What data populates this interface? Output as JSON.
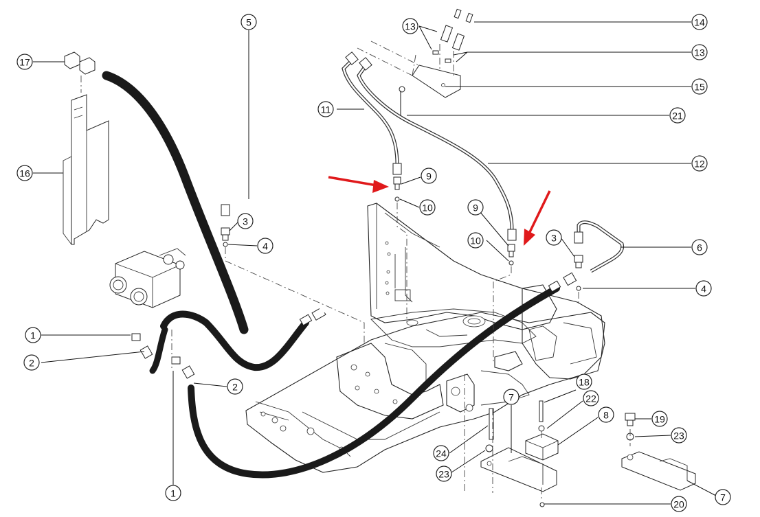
{
  "diagram": {
    "highlight_fill": "#b9c98c",
    "arrow_color": "#e0191b",
    "callouts": [
      {
        "id": "c17",
        "label": "17"
      },
      {
        "id": "c16",
        "label": "16"
      },
      {
        "id": "c5",
        "label": "5"
      },
      {
        "id": "c3a",
        "label": "3"
      },
      {
        "id": "c4a",
        "label": "4"
      },
      {
        "id": "c1a",
        "label": "1"
      },
      {
        "id": "c2a",
        "label": "2"
      },
      {
        "id": "c2b",
        "label": "2"
      },
      {
        "id": "c1b",
        "label": "1"
      },
      {
        "id": "c13a",
        "label": "13"
      },
      {
        "id": "c14",
        "label": "14"
      },
      {
        "id": "c13b",
        "label": "13"
      },
      {
        "id": "c15",
        "label": "15"
      },
      {
        "id": "c21",
        "label": "21"
      },
      {
        "id": "c11",
        "label": "11"
      },
      {
        "id": "c12",
        "label": "12"
      },
      {
        "id": "c9a",
        "label": "9",
        "highlight": true
      },
      {
        "id": "c10a",
        "label": "10"
      },
      {
        "id": "c9b",
        "label": "9",
        "highlight": true
      },
      {
        "id": "c10b",
        "label": "10"
      },
      {
        "id": "c3b",
        "label": "3"
      },
      {
        "id": "c6",
        "label": "6"
      },
      {
        "id": "c4b",
        "label": "4"
      },
      {
        "id": "c18",
        "label": "18"
      },
      {
        "id": "c22",
        "label": "22"
      },
      {
        "id": "c8",
        "label": "8"
      },
      {
        "id": "c7a",
        "label": "7"
      },
      {
        "id": "c24",
        "label": "24"
      },
      {
        "id": "c23a",
        "label": "23"
      },
      {
        "id": "c19",
        "label": "19"
      },
      {
        "id": "c23b",
        "label": "23"
      },
      {
        "id": "c7b",
        "label": "7"
      },
      {
        "id": "c20",
        "label": "20"
      }
    ]
  }
}
